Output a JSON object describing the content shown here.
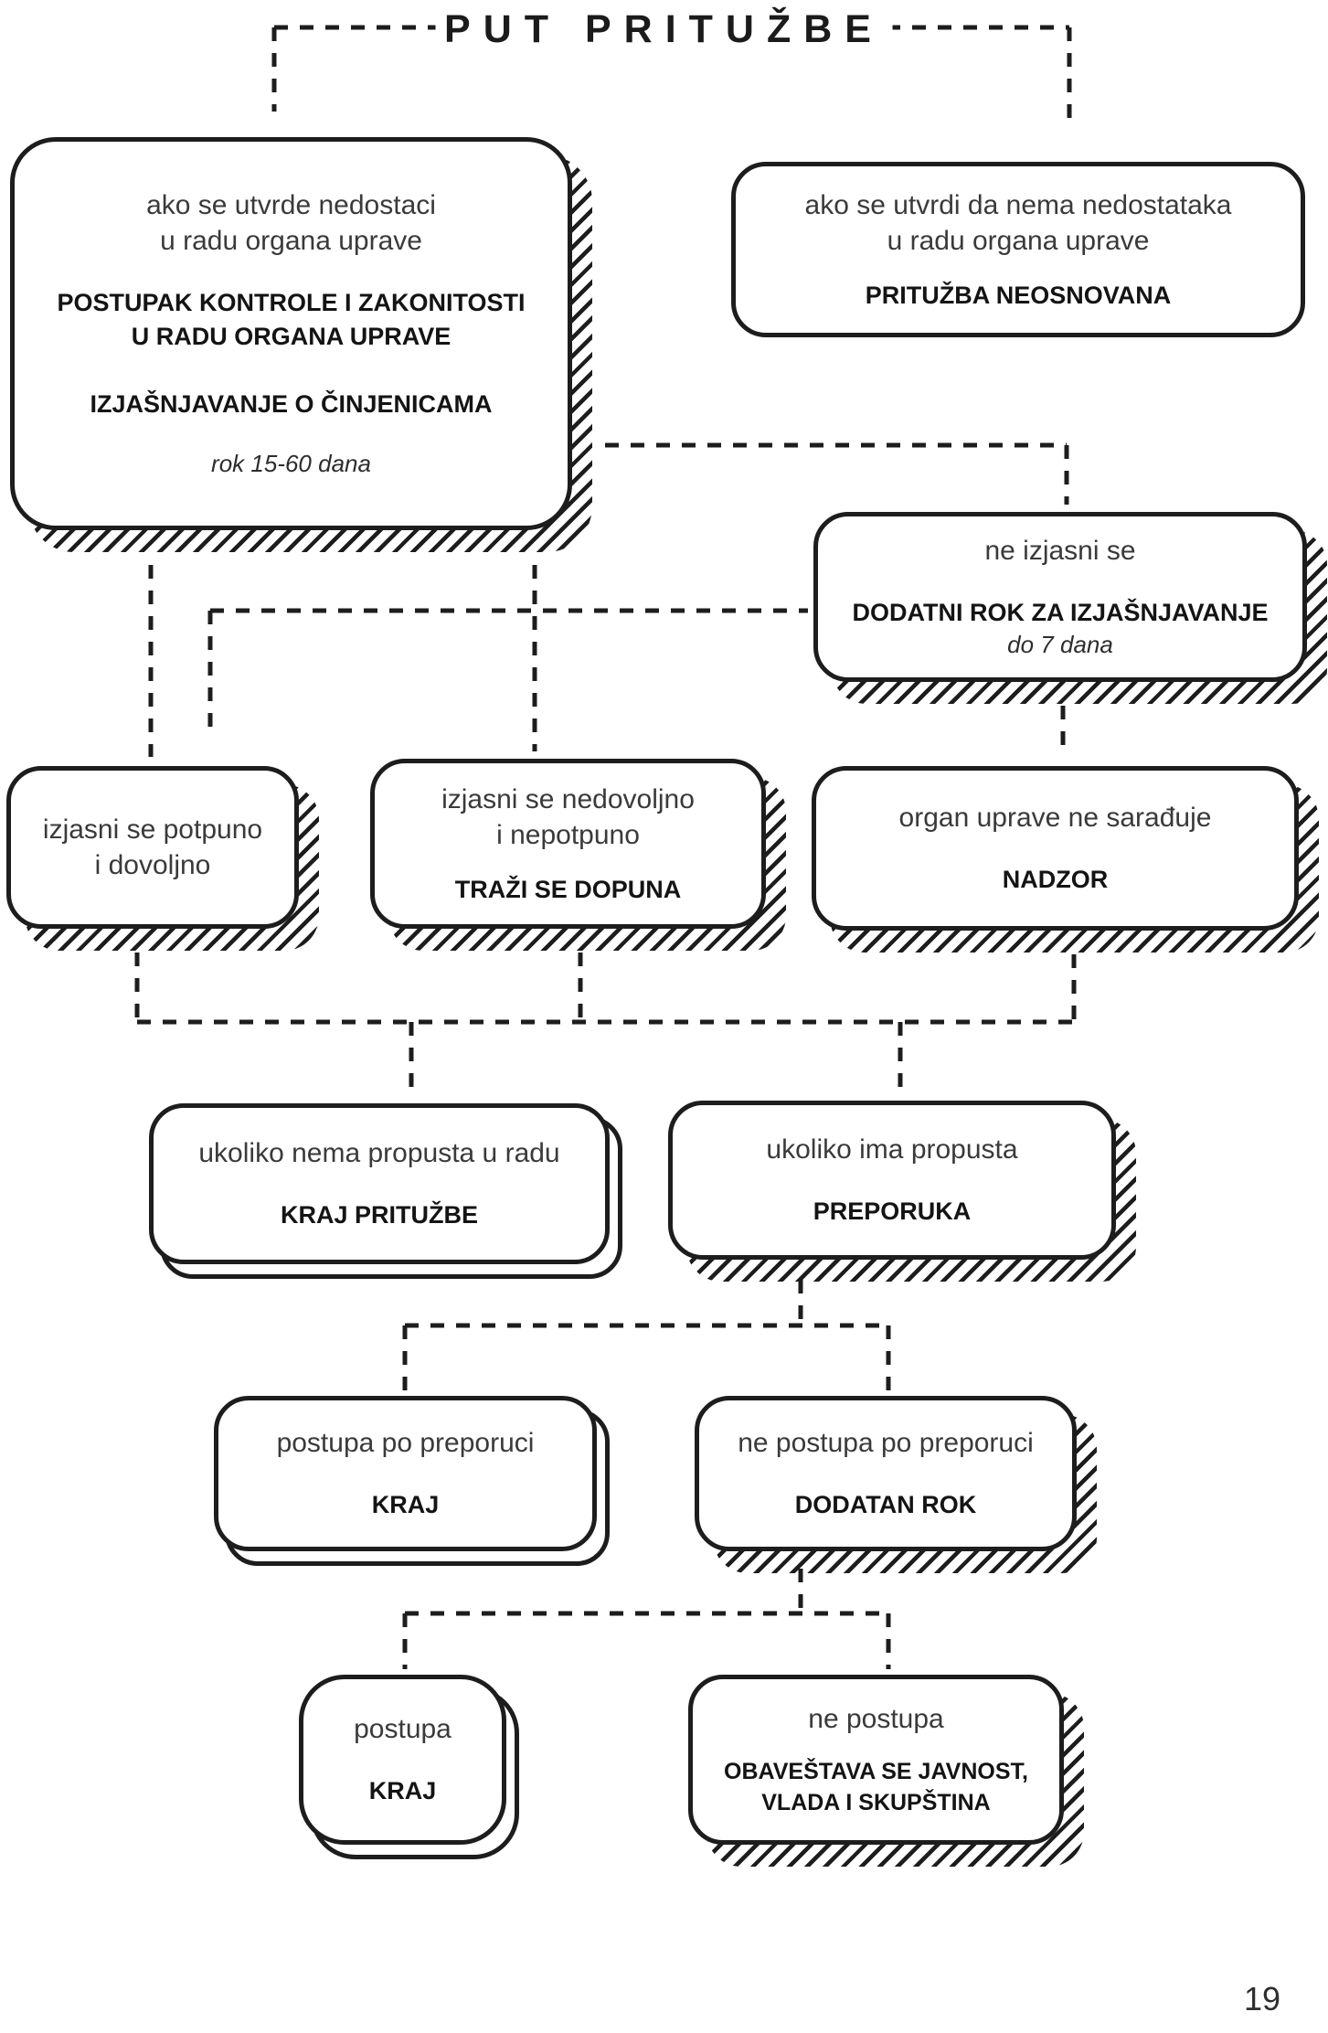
{
  "page": {
    "title": "PUT PRITUŽBE",
    "page_number": "19"
  },
  "colors": {
    "ink": "#1d1d1d",
    "background": "#ffffff"
  },
  "diagram": {
    "type": "flowchart",
    "nodes": {
      "postupak_kontrole": {
        "condition_line1": "ako se utvrde nedostaci",
        "condition_line2": "u radu organa uprave",
        "action1_line1": "POSTUPAK KONTROLE I ZAKONITOSTI",
        "action1_line2": "U RADU ORGANA UPRAVE",
        "action2": "IZJAŠNJAVANJE O ČINJENICAMA",
        "note": "rok 15-60 dana"
      },
      "prituzba_neosnovana": {
        "condition_line1": "ako se utvrdi da nema nedostataka",
        "condition_line2": "u radu organa uprave",
        "action": "PRITUŽBA NEOSNOVANA"
      },
      "dodatni_rok_izjasnjavanje": {
        "condition": "ne izjasni se",
        "action": "DODATNI ROK ZA IZJAŠNJAVANJE",
        "note": "do 7 dana"
      },
      "izjasni_se_potpuno": {
        "condition_line1": "izjasni se potpuno",
        "condition_line2": "i dovoljno"
      },
      "trazi_se_dopuna": {
        "condition_line1": "izjasni se nedovoljno",
        "condition_line2": "i nepotpuno",
        "action": "TRAŽI SE DOPUNA"
      },
      "nadzor": {
        "condition": "organ uprave ne sarađuje",
        "action": "NADZOR"
      },
      "kraj_prituzbe": {
        "condition": "ukoliko nema propusta u radu",
        "action": "KRAJ PRITUŽBE"
      },
      "preporuka": {
        "condition": "ukoliko ima propusta",
        "action": "PREPORUKA"
      },
      "kraj_po_preporuci": {
        "condition": "postupa po preporuci",
        "action": "KRAJ"
      },
      "dodatan_rok": {
        "condition": "ne postupa po preporuci",
        "action": "DODATAN ROK"
      },
      "kraj_konacno": {
        "condition": "postupa",
        "action": "KRAJ"
      },
      "obavestavanje": {
        "condition": "ne postupa",
        "action_line1": "OBAVEŠTAVA SE JAVNOST,",
        "action_line2": "VLADA I SKUPŠTINA"
      }
    }
  }
}
